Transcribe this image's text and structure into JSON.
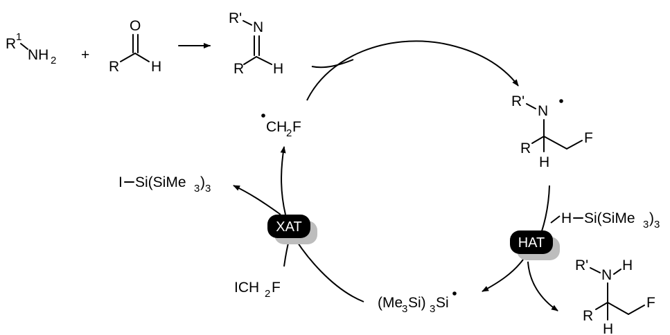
{
  "amine": {
    "r": "R",
    "sup": "1",
    "nh": "NH",
    "sub": "2"
  },
  "plus": "+",
  "aldehyde": {
    "o": "O",
    "r": "R",
    "h": "H"
  },
  "imine": {
    "rprime": "R'",
    "n": "N",
    "r": "R",
    "h": "H"
  },
  "aminyl_radical": {
    "rprime": "R'",
    "n": "N",
    "r": "R",
    "h": "H",
    "f": "F"
  },
  "product": {
    "rprime": "R'",
    "n": "N",
    "nh": "H",
    "r": "R",
    "h": "H",
    "f": "F"
  },
  "fluoromethyl_radical": {
    "ch": "CH",
    "sub": "2",
    "f": "F"
  },
  "iodosilane": {
    "i": "I",
    "si": "Si(SiMe",
    "sub": "3",
    "close": ")",
    "sub2": "3"
  },
  "hydrosilane": {
    "h": "H",
    "si": "Si(SiMe",
    "sub": "3",
    "close": ")",
    "sub2": "3"
  },
  "silyl_radical": {
    "open": "(Me",
    "sub": "3",
    "si": "Si)",
    "sub2": "3",
    "si2": "Si"
  },
  "iodomethyl_fluoride": {
    "ich": "ICH",
    "sub": "2",
    "f": "F"
  },
  "labels": {
    "xat": "XAT",
    "hat": "HAT"
  }
}
